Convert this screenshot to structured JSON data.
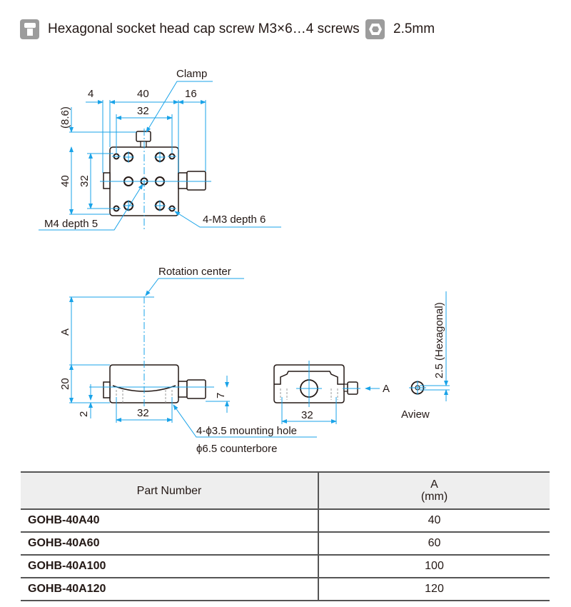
{
  "header": {
    "screw_icon": "cap-screw-icon",
    "screw_text": "Hexagonal socket head cap screw M3×6…4 screws",
    "hex_icon": "hex-wrench-icon",
    "hex_text": "2.5mm"
  },
  "colors": {
    "dimension_line": "#1aa3e8",
    "outline": "#231815",
    "icon_bg": "#9c9c9c",
    "table_header_bg": "#eeeeee"
  },
  "top_view": {
    "clamp_label": "Clamp",
    "dim_4": "4",
    "dim_40_w": "40",
    "dim_16": "16",
    "dim_32_w": "32",
    "dim_8_6": "(8.6)",
    "dim_40_h": "40",
    "dim_32_h": "32",
    "m4_label": "M4 depth 5",
    "m3_label": "4-M3 depth 6"
  },
  "side_view": {
    "rotation_label": "Rotation center",
    "dim_A": "A",
    "dim_20": "20",
    "dim_2": "2",
    "dim_32": "32",
    "dim_7": "7",
    "hole_label_1": "4-ϕ3.5 mounting hole",
    "hole_label_2": "ϕ6.5 counterbore"
  },
  "front_view": {
    "dim_32": "32",
    "arrow_label": "A"
  },
  "a_view": {
    "label": "Aview",
    "hex_dim": "2.5 (Hexagonal)"
  },
  "table": {
    "headers": [
      "Part Number",
      "A",
      "(mm)"
    ],
    "rows": [
      {
        "part": "GOHB-40A40",
        "a": "40"
      },
      {
        "part": "GOHB-40A60",
        "a": "60"
      },
      {
        "part": "GOHB-40A100",
        "a": "100"
      },
      {
        "part": "GOHB-40A120",
        "a": "120"
      }
    ]
  }
}
